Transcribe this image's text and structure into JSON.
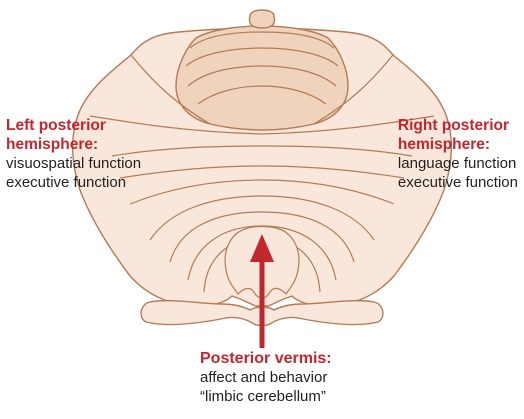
{
  "diagram": {
    "left_hemisphere": {
      "title_line1": "Left posterior",
      "title_line2": "hemisphere:",
      "functions": [
        "visuospatial function",
        "executive function"
      ]
    },
    "right_hemisphere": {
      "title_line1": "Right posterior",
      "title_line2": "hemisphere:",
      "functions": [
        "language function",
        "executive function"
      ]
    },
    "posterior_vermis": {
      "title": "Posterior vermis:",
      "functions": [
        "affect and behavior",
        "“limbic cerebellum”"
      ]
    }
  },
  "colors": {
    "tissue_fill": "#f8e7da",
    "vermis_fill": "#efd3bd",
    "outline": "#b37b57",
    "accent_red": "#c1272d",
    "text": "#231f20"
  }
}
